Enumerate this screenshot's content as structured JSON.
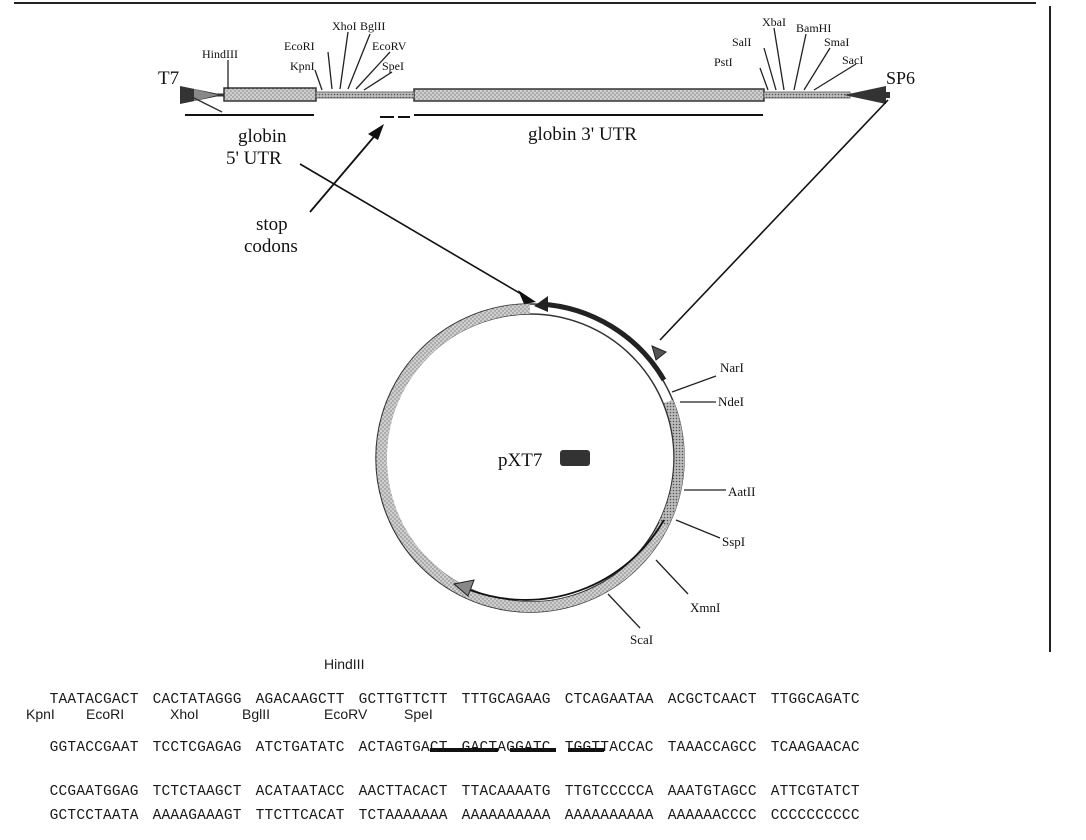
{
  "map": {
    "promoter_left": "T7",
    "promoter_right": "SP6",
    "sites_left": [
      "HindIII",
      "KpnI",
      "EcoRI",
      "XhoI",
      "BglII",
      "EcoRV",
      "SpeI"
    ],
    "sites_right": [
      "PstI",
      "SalI",
      "XbaI",
      "BamHI",
      "SmaI",
      "SacI"
    ],
    "utr5_line1": "globin",
    "utr5_line2": "5' UTR",
    "utr3": "globin 3' UTR",
    "stop_line1": "stop",
    "stop_line2": "codons"
  },
  "plasmid": {
    "name": "pXT7",
    "sites": [
      "NarI",
      "NdeI",
      "AatII",
      "SspI",
      "XmnI",
      "ScaI"
    ]
  },
  "sequence": {
    "row1_sites": [
      "HindIII"
    ],
    "row1": [
      "TAATACGACT",
      "CACTATAGGG",
      "AGACAAGCTT",
      "GCTTGTTCTT",
      "TTTGCAGAAG",
      "CTCAGAATAA",
      "ACGCTCAACT",
      "TTGGCAGATC"
    ],
    "row2_sites": [
      "KpnI",
      "EcoRI",
      "XhoI",
      "BglII",
      "EcoRV",
      "SpeI"
    ],
    "row2": [
      "GGTACCGAAT",
      "TCCTCGAGAG",
      "ATCTGATATC",
      "ACTAGTGACT",
      "GACTAGGATC",
      "TGGTTACCAC",
      "TAAACCAGCC",
      "TCAAGAACAC"
    ],
    "row3": [
      "CCGAATGGAG",
      "TCTCTAAGCT",
      "ACATAATACC",
      "AACTTACACT",
      "TTACAAAATG",
      "TTGTCCCCCA",
      "AAATGTAGCC",
      "ATTCGTATCT"
    ],
    "row4": [
      "GCTCCTAATA",
      "AAAAGAAAGT",
      "TTCTTCACAT",
      "TCTAAAAAAA",
      "AAAAAAAAAA",
      "AAAAAAAAAA",
      "AAAAAACCCC",
      "CCCCCCCCCC"
    ]
  }
}
